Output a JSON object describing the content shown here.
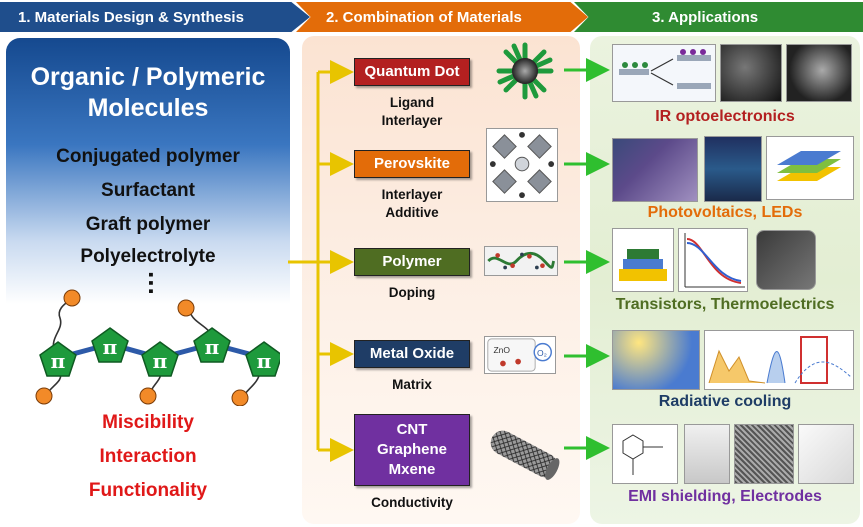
{
  "header": {
    "step1": "1. Materials Design & Synthesis",
    "step2": "2. Combination of Materials",
    "step3": "3. Applications"
  },
  "panel1": {
    "title_line1": "Organic / Polymeric",
    "title_line2": "Molecules",
    "items": [
      "Conjugated polymer",
      "Surfactant",
      "Graft polymer",
      "Polyelectrolyte"
    ],
    "ellipsis": "…",
    "pi_symbol": "π",
    "properties": [
      "Miscibility",
      "Interaction",
      "Functionality"
    ]
  },
  "panel2": {
    "materials": [
      {
        "label": "Quantum Dot",
        "role": [
          "Ligand",
          "Interlayer"
        ],
        "color": "#b32020"
      },
      {
        "label": "Perovskite",
        "role": [
          "Interlayer",
          "Additive"
        ],
        "color": "#e36c09"
      },
      {
        "label": "Polymer",
        "role": [
          "Doping"
        ],
        "color": "#4f6d22"
      },
      {
        "label": "Metal Oxide",
        "role": [
          "Matrix"
        ],
        "color": "#1f3d66"
      },
      {
        "label": [
          "CNT",
          "Graphene",
          "Mxene"
        ],
        "role": [
          "Conductivity"
        ],
        "color": "#7030a0"
      }
    ],
    "zno_label": "ZnO",
    "o2_label": "O₂"
  },
  "panel3": {
    "applications": [
      {
        "label": "IR optoelectronics",
        "color": "#b32020"
      },
      {
        "label": "Photovoltaics, LEDs",
        "color": "#e36c09"
      },
      {
        "label": "Transistors, Thermoelectrics",
        "color": "#4f6d22"
      },
      {
        "label": "Radiative cooling",
        "color": "#1f3d66"
      },
      {
        "label": "EMI shielding, Electrodes",
        "color": "#7030a0"
      }
    ]
  },
  "colors": {
    "step1": "#1f4e8c",
    "step2": "#e36c09",
    "step3": "#2f8b32",
    "connector_yellow": "#e8c400",
    "connector_green": "#2fbf2f",
    "pentagon_green": "#1e9a3c"
  }
}
